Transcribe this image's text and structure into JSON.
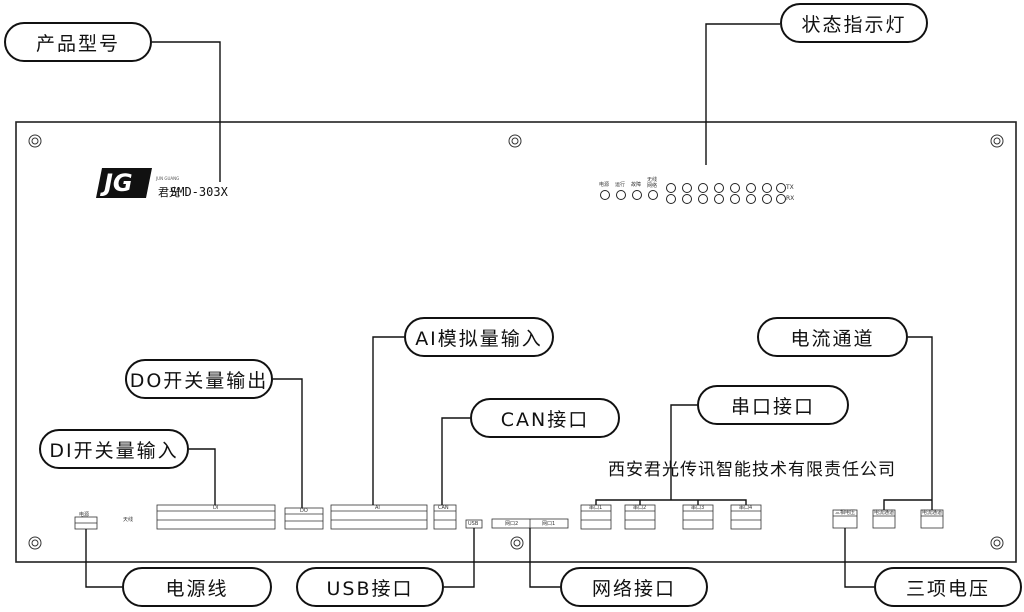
{
  "callouts": {
    "product_model": "产品型号",
    "status_leds": "状态指示灯",
    "ai_input": "AI模拟量输入",
    "do_output": "DO开关量输出",
    "current_channel": "电流通道",
    "can_port": "CAN接口",
    "serial_port": "串口接口",
    "di_input": "DI开关量输入",
    "power_line": "电源线",
    "usb_port": "USB接口",
    "network_port": "网络接口",
    "three_phase_voltage": "三项电压"
  },
  "panel": {
    "logo_text": "JG",
    "logo_sub": "JUN GUANG",
    "brand_cn": "君光",
    "model": "SMD-303X",
    "company": "西安君光传讯智能技术有限责任公司"
  },
  "leds": {
    "labels": [
      "电源",
      "运行",
      "故障",
      "无线\n网络"
    ],
    "tx": "TX",
    "rx": "RX"
  },
  "terminals": {
    "power": "电源",
    "antenna": "天线",
    "di": "DI",
    "do": "DO",
    "ai": "AI",
    "can": "CAN",
    "usb": "USB",
    "net2": "网口2",
    "net1": "网口1",
    "com1": "串口1",
    "com2": "串口2",
    "com3": "串口3",
    "com4": "串口4",
    "voltage": "三相电压",
    "current1": "电流通道",
    "current2": "电流通道"
  },
  "colors": {
    "line": "#111111",
    "panel_border": "#222222"
  }
}
